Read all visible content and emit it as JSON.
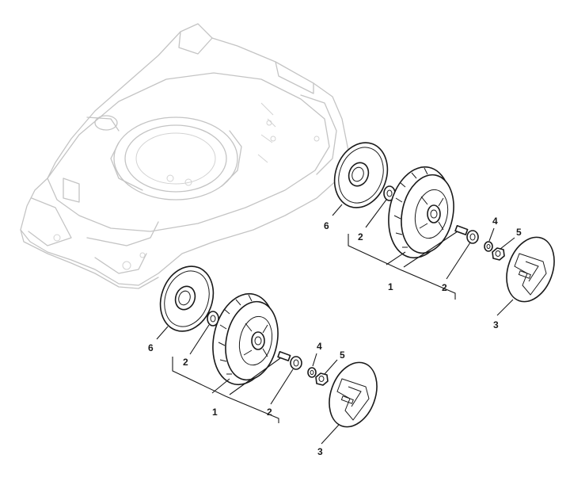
{
  "callouts": {
    "rear_hubcap": "6",
    "rear_bearing_inner": "2",
    "rear_wheel": "1",
    "rear_bearing_outer": "2",
    "rear_washer": "4",
    "rear_nut": "5",
    "rear_cover": "3",
    "front_hubcap": "6",
    "front_bearing_inner": "2",
    "front_wheel": "1",
    "front_bearing_outer": "2",
    "front_washer": "4",
    "front_nut": "5",
    "front_cover": "3"
  },
  "colors": {
    "deck_line": "#c4c4c4",
    "part_line": "#1a1a1a",
    "background": "#ffffff"
  }
}
